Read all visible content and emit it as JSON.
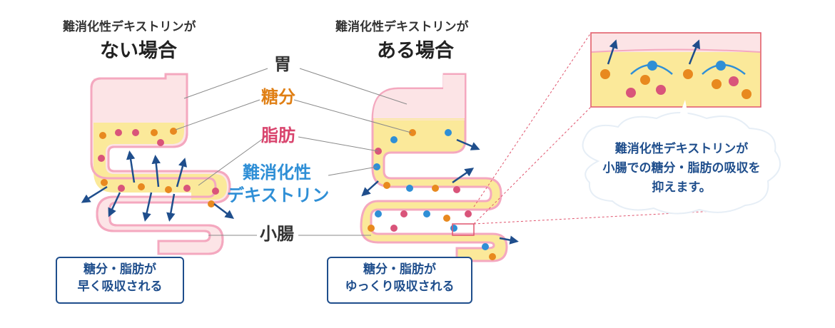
{
  "left_heading": {
    "line1": "難消化性デキストリンが",
    "line2": "ない場合"
  },
  "right_heading": {
    "line1": "難消化性デキストリンが",
    "line2": "ある場合"
  },
  "labels": {
    "stomach": "胃",
    "sugar": "糖分",
    "fat": "脂肪",
    "dextrin_line1": "難消化性",
    "dextrin_line2": "デキストリン",
    "small_intestine": "小腸"
  },
  "left_caption": {
    "line1": "糖分・脂肪が",
    "line2": "早く吸収される"
  },
  "right_caption": {
    "line1": "糖分・脂肪が",
    "line2": "ゆっくり吸収される"
  },
  "callout": {
    "line1": "難消化性デキストリンが",
    "line2": "小腸での糖分・脂肪の吸収を",
    "line3": "抑えます。"
  },
  "colors": {
    "gut_wall": "#f4a8bf",
    "gut_inner": "#fce4e6",
    "contents": "#fbe99a",
    "sugar": "#e8891f",
    "fat": "#d9547a",
    "dextrin": "#2f8fd6",
    "arrow": "#1f4e8c",
    "label_sugar": "#e07f14",
    "label_fat": "#d9456e",
    "label_dextrin": "#2f8fd6"
  }
}
